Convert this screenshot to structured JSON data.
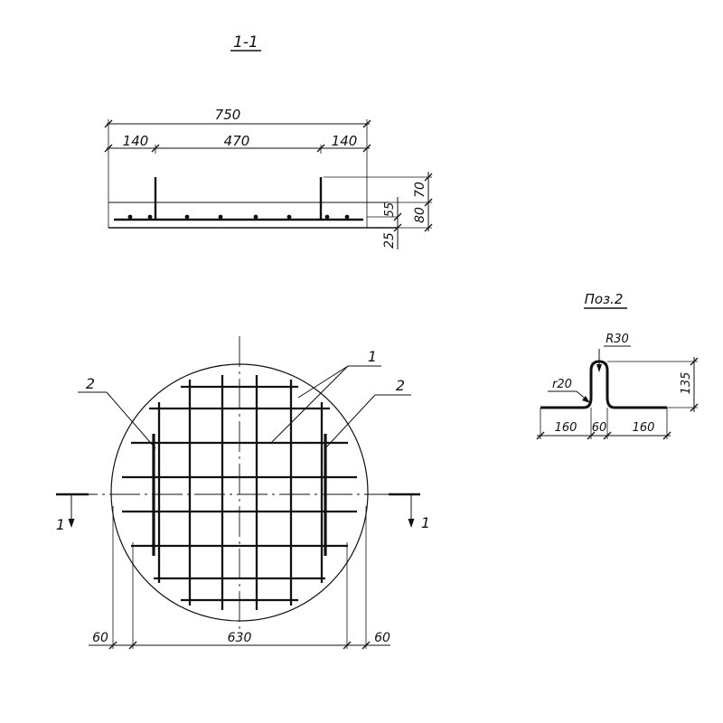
{
  "section": {
    "title": "1-1",
    "dim_total": "750",
    "dim_left": "140",
    "dim_middle": "470",
    "dim_right": "140",
    "dim_v_top": "70",
    "dim_v_mid": "80",
    "dim_v_inner": "55",
    "dim_v_bottom": "25"
  },
  "plan": {
    "callout_1": "1",
    "callout_2_left": "2",
    "callout_2_right": "2",
    "section_mark_left": "1",
    "section_mark_right": "1",
    "dim_left_60": "60",
    "dim_630": "630",
    "dim_right_60": "60"
  },
  "pos2": {
    "title": "Поз.2",
    "radius_top": "R30",
    "radius_side": "r20",
    "dim_height": "135",
    "dim_left": "160",
    "dim_mid": "60",
    "dim_right": "160"
  }
}
